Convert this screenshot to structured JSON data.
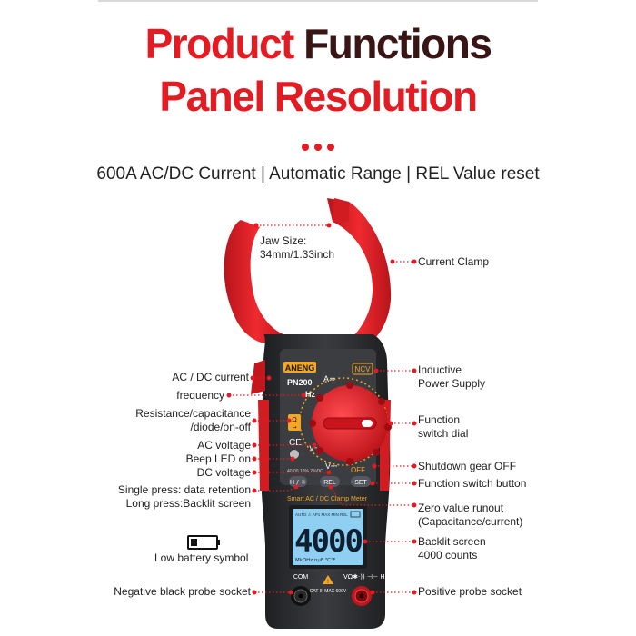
{
  "header": {
    "title_word1": "Product",
    "title_word2": "Functions",
    "title_line2": "Panel Resolution",
    "subtitle": "600A AC/DC Current | Automatic Range | REL Value reset"
  },
  "device": {
    "brand": "ANENG",
    "model": "PN200",
    "display_reading": "4000",
    "series_text": "Smart AC / DC Clamp Meter",
    "buttons": {
      "hold": "H / ☼",
      "rel": "REL",
      "set": "SET"
    },
    "dial_labels": {
      "acurrent": "A≂",
      "hz": "Hz",
      "ncv": "NCV",
      "off": "OFF",
      "v_ac": "V~",
      "v_dc": "V⎓"
    },
    "lcd_top": "AUTO  ⚠  AP1  MAX MIN  REL",
    "lcd_bottom": "MkΩHz  nµF  ℃℉",
    "com_label": "COM",
    "pos_label": "VΩ✱·)) ⊣⊢ Hz",
    "cat_label": "CAT III  MAX 600V",
    "colors": {
      "accent": "#e31b23",
      "body": "#2b2d30",
      "lcd": "#8fd0f2",
      "amber": "#f5a623"
    }
  },
  "labels": {
    "jaw_size_1": "Jaw Size:",
    "jaw_size_2": "34mm/1.33inch",
    "current_clamp": "Current  Clamp",
    "ac_dc_current": "AC / DC current",
    "frequency": "frequency",
    "resistance_1": "Resistance/capacitance",
    "resistance_2": "/diode/on-off",
    "ac_voltage": "AC voltage",
    "beep_led": "Beep LED on",
    "dc_voltage": "DC voltage",
    "single_press": "Single press: data retention",
    "long_press": "Long press:Backlit screen",
    "low_battery": "Low battery symbol",
    "negative_socket": "Negative black probe socket",
    "inductive_1": "Inductive",
    "inductive_2": "Power Supply",
    "function_dial_1": "Function",
    "function_dial_2": "switch dial",
    "shutdown": "Shutdown gear OFF",
    "function_button": "Function switch button",
    "zero_value_1": "Zero value runout",
    "zero_value_2": "(Capacitance/current)",
    "backlit_1": "Backlit screen",
    "backlit_2": "4000 counts",
    "positive_socket": "Positive probe socket"
  }
}
